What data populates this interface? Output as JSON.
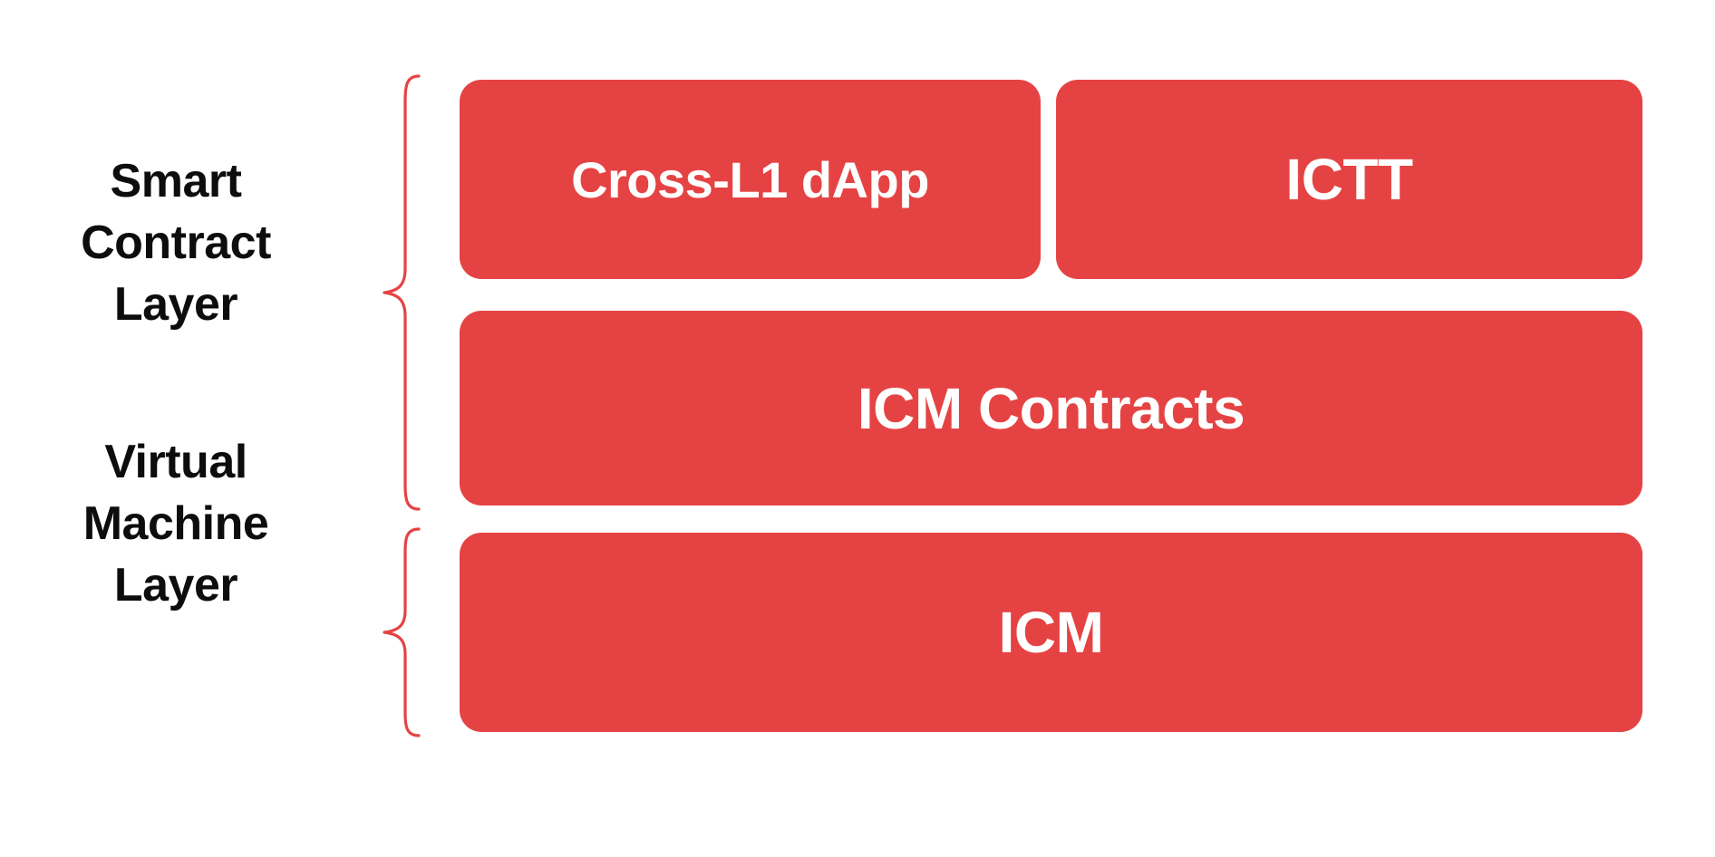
{
  "diagram": {
    "title": "Smart Contract and Virtual Machine Layer Stack",
    "background_color": "#ffffff",
    "accent_color": "#e54343",
    "box_text_color": "#ffffff",
    "label_text_color": "#0d0d0d"
  },
  "layers": [
    {
      "id": "smart-contract-layer",
      "label": "Smart\nContract\nLayer",
      "brace_icon": "curly-brace-left-icon"
    },
    {
      "id": "virtual-machine-layer",
      "label": "Virtual\nMachine\nLayer",
      "brace_icon": "curly-brace-left-icon"
    }
  ],
  "boxes": [
    {
      "id": "cross-l1-dapp",
      "label": "Cross-L1 dApp",
      "layer": "smart-contract-layer",
      "row": 1,
      "color": "#e54343"
    },
    {
      "id": "ictt",
      "label": "ICTT",
      "layer": "smart-contract-layer",
      "row": 1,
      "color": "#e54343"
    },
    {
      "id": "icm-contracts",
      "label": "ICM Contracts",
      "layer": "smart-contract-layer",
      "row": 2,
      "color": "#e54343"
    },
    {
      "id": "icm",
      "label": "ICM",
      "layer": "virtual-machine-layer",
      "row": 3,
      "color": "#e54343"
    }
  ]
}
